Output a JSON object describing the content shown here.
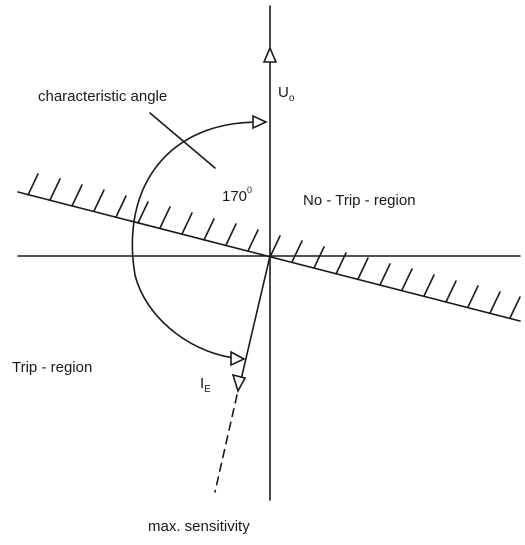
{
  "labels": {
    "u0_main": "U",
    "u0_sub": "o",
    "ie_main": "I",
    "ie_sub": "E",
    "characteristic_angle": "characteristic angle",
    "angle_value": "170",
    "angle_unit": "0",
    "no_trip_region": "No - Trip - region",
    "trip_region": "Trip - region",
    "max_sensitivity": "max. sensitivity"
  },
  "colors": {
    "line": "#1a1a1a",
    "background": "#ffffff"
  }
}
